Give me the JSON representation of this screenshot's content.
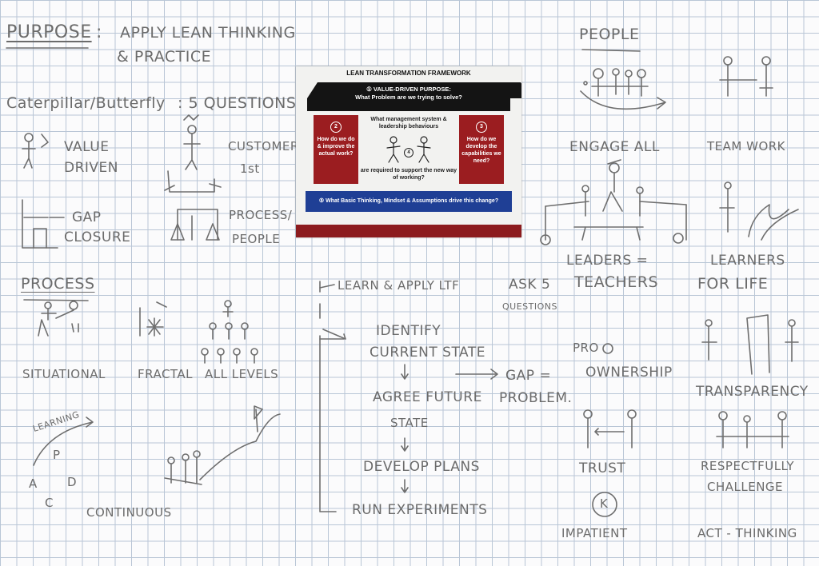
{
  "notes": {
    "purpose_label": "PURPOSE",
    "purpose_colon": ":",
    "purpose_line1": "APPLY LEAN THINKING",
    "purpose_line2": "& PRACTICE",
    "caterpillar": "Caterpillar/Butterfly",
    "five_questions": ": 5 QUESTIONS",
    "value": "VALUE",
    "driven": "DRIVEN",
    "customer": "CUSTOMER",
    "first": "1st",
    "gap": "GAP",
    "closure": "CLOSURE",
    "process_people": "PROCESS/",
    "people": "PEOPLE",
    "process": "PROCESS",
    "situational": "SITUATIONAL",
    "fractal": "FRACTAL",
    "all_levels": "ALL LEVELS",
    "learning": "LEARNING",
    "pdca": [
      "P",
      "D",
      "C",
      "A"
    ],
    "continuous": "CONTINUOUS",
    "learn_apply": "LEARN & APPLY LTF",
    "ask_5": "ASK 5",
    "questions": "QUESTIONS",
    "identify": "IDENTIFY",
    "current_state": "CURRENT STATE",
    "arrow_down": "↓",
    "agree_future": "AGREE FUTURE",
    "state": "STATE",
    "gap2": "GAP =",
    "problem": "PROBLEM.",
    "develop_plans": "DEVELOP PLANS",
    "run_experiments": "RUN EXPERIMENTS",
    "people_hdr": "PEOPLE",
    "engage_all": "ENGAGE ALL",
    "teamwork": "TEAM WORK",
    "leaders": "LEADERS =",
    "teachers": "TEACHERS",
    "learners": "LEARNERS",
    "for_life": "FOR LIFE",
    "pro": "PRO",
    "ownership": "OWNERSHIP",
    "transparency": "TRANSPARENCY",
    "trust": "TRUST",
    "respectfully": "RESPECTFULLY",
    "challenge": "CHALLENGE",
    "k": "K",
    "impatient": "IMPATIENT",
    "act_thinking": "ACT - THINKING"
  },
  "framework": {
    "title": "LEAN TRANSFORMATION FRAMEWORK",
    "q1_label": "① VALUE-DRIVEN PURPOSE:",
    "q1_text": "What Problem are we trying to solve?",
    "q2_num": "2",
    "q2_text": "How do we do & improve the actual work?",
    "q3_num": "3",
    "q3_text": "How do we develop the capabilities we need?",
    "q4_num": "4",
    "q4_top": "What management system & leadership behaviours",
    "q4_bottom": "are required to support the new way of working?",
    "q5_text": "⑤ What Basic Thinking, Mindset & Assumptions drive this change?",
    "colors": {
      "roof": "#141414",
      "pillars": "#9b1d20",
      "base": "#1f3f95"
    }
  }
}
